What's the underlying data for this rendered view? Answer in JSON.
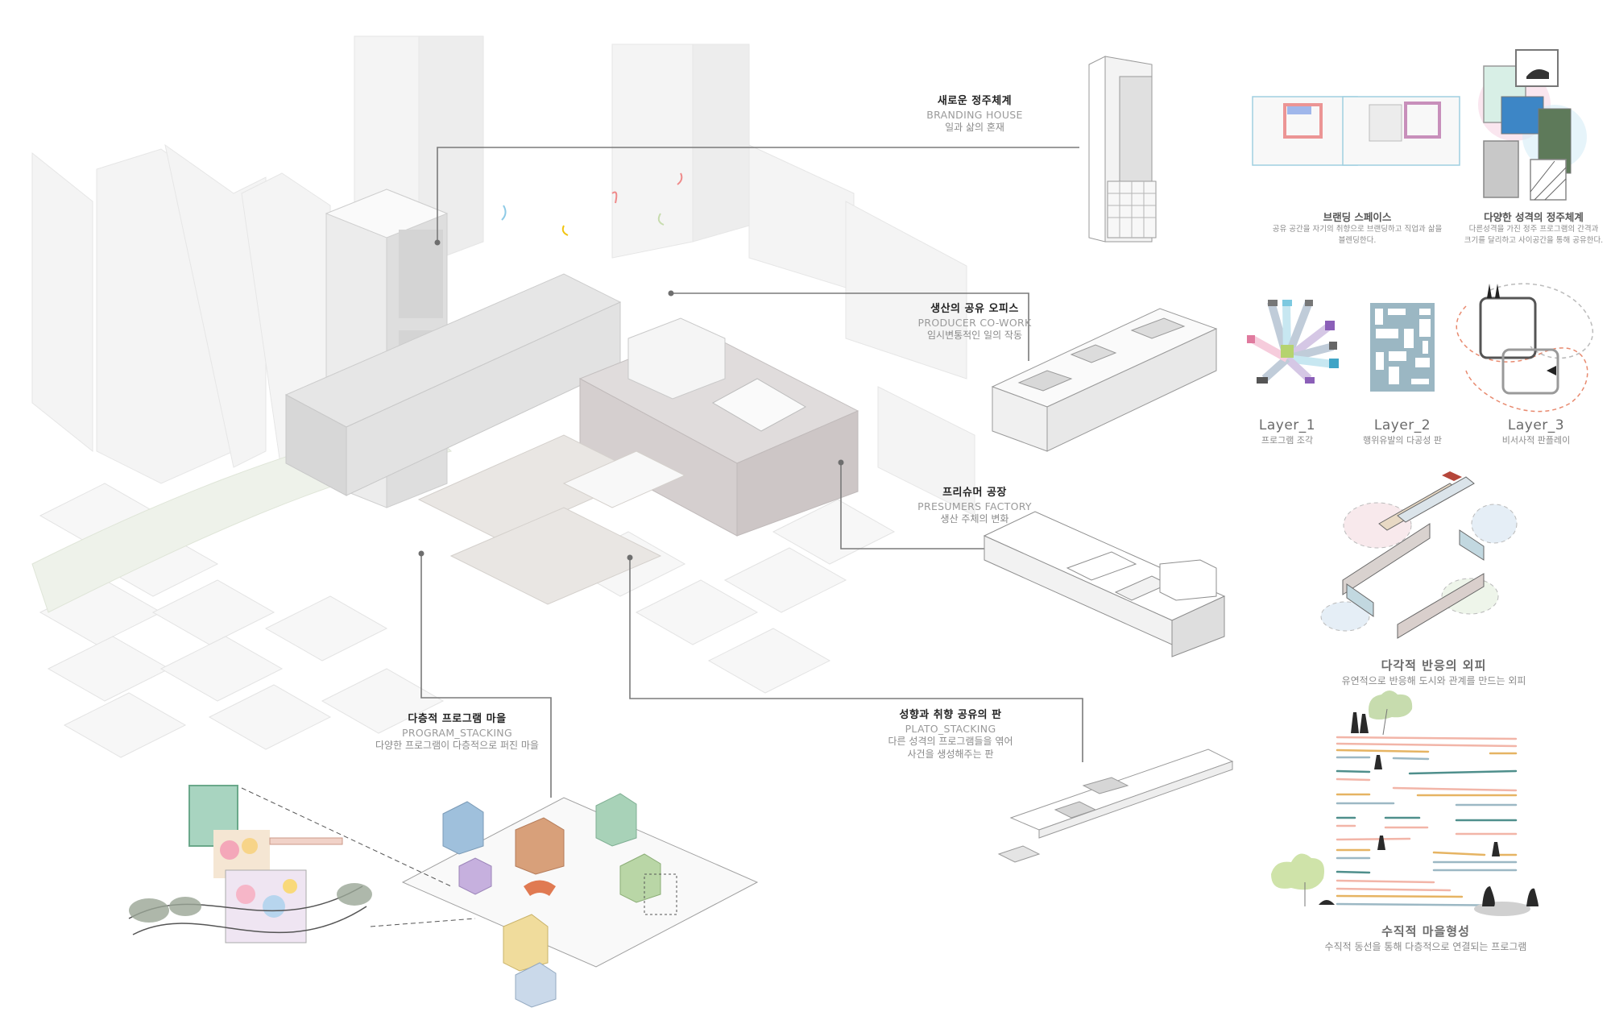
{
  "board": {
    "theme": "urban architecture concept board",
    "colors": {
      "leader_line": "#7a7a7a",
      "context_building": "#efefef",
      "panel_blue": "#9bb7c3",
      "accent_orange": "#e07a52",
      "accent_teal": "#4f8f8c",
      "accent_yellow": "#e2b04a",
      "accent_pink": "#eea7a0",
      "tree_green": "#c7dcae"
    }
  },
  "callouts": [
    {
      "id": "branding-house",
      "title_ko": "새로운 정주체계",
      "title_en": "BRANDING HOUSE",
      "subtitle_ko": "일과 삶의 혼재"
    },
    {
      "id": "producer-cowork",
      "title_ko": "생산의 공유 오피스",
      "title_en": "PRODUCER CO-WORK",
      "subtitle_ko": "임시변통적인 일의 작동"
    },
    {
      "id": "presumers-factory",
      "title_ko": "프리슈머 공장",
      "title_en": "PRESUMERS FACTORY",
      "subtitle_ko": "생산 주체의 변화"
    },
    {
      "id": "plato-stacking",
      "title_ko": "성향과 취향 공유의 판",
      "title_en": "PLATO_STACKING",
      "subtitle_ko": "다른 성격의 프로그램들을 엮어",
      "subtitle_ko_2": "사건을 생성해주는 판"
    },
    {
      "id": "program-stacking",
      "title_ko": "다층적  프로그램 마을",
      "title_en": "PROGRAM_STACKING",
      "subtitle_ko": "다양한 프로그램이 다층적으로 퍼진 마을"
    }
  ],
  "panels": {
    "branding_space": {
      "title": "브랜딩 스페이스",
      "desc_1": "공유 공간을 자기의 취향으로 브랜딩하고 직업과 삶을",
      "desc_2": "블렌딩한다."
    },
    "diverse_housing": {
      "title": "다양한 성격의 정주체계",
      "desc_1": "다른성격을 가진 정주 프로그램의 간격과",
      "desc_2": "크기를 달리하고 사이공간을 통해 공유한다."
    },
    "layers": [
      {
        "title": "Layer_1",
        "desc": "프로그램 조각"
      },
      {
        "title": "Layer_2",
        "desc": "행위유발의 다공성 판"
      },
      {
        "title": "Layer_3",
        "desc": "비서사적 판플레이"
      }
    ],
    "responsive_skin": {
      "title": "다각적 반응의 외피",
      "desc": "유연적으로 반응해 도시와 관계를 만드는 외피"
    },
    "vertical_village": {
      "title": "수직적 마을형성",
      "desc": "수직적 동선을 통해 다층적으로 연결되는 프로그램"
    }
  }
}
